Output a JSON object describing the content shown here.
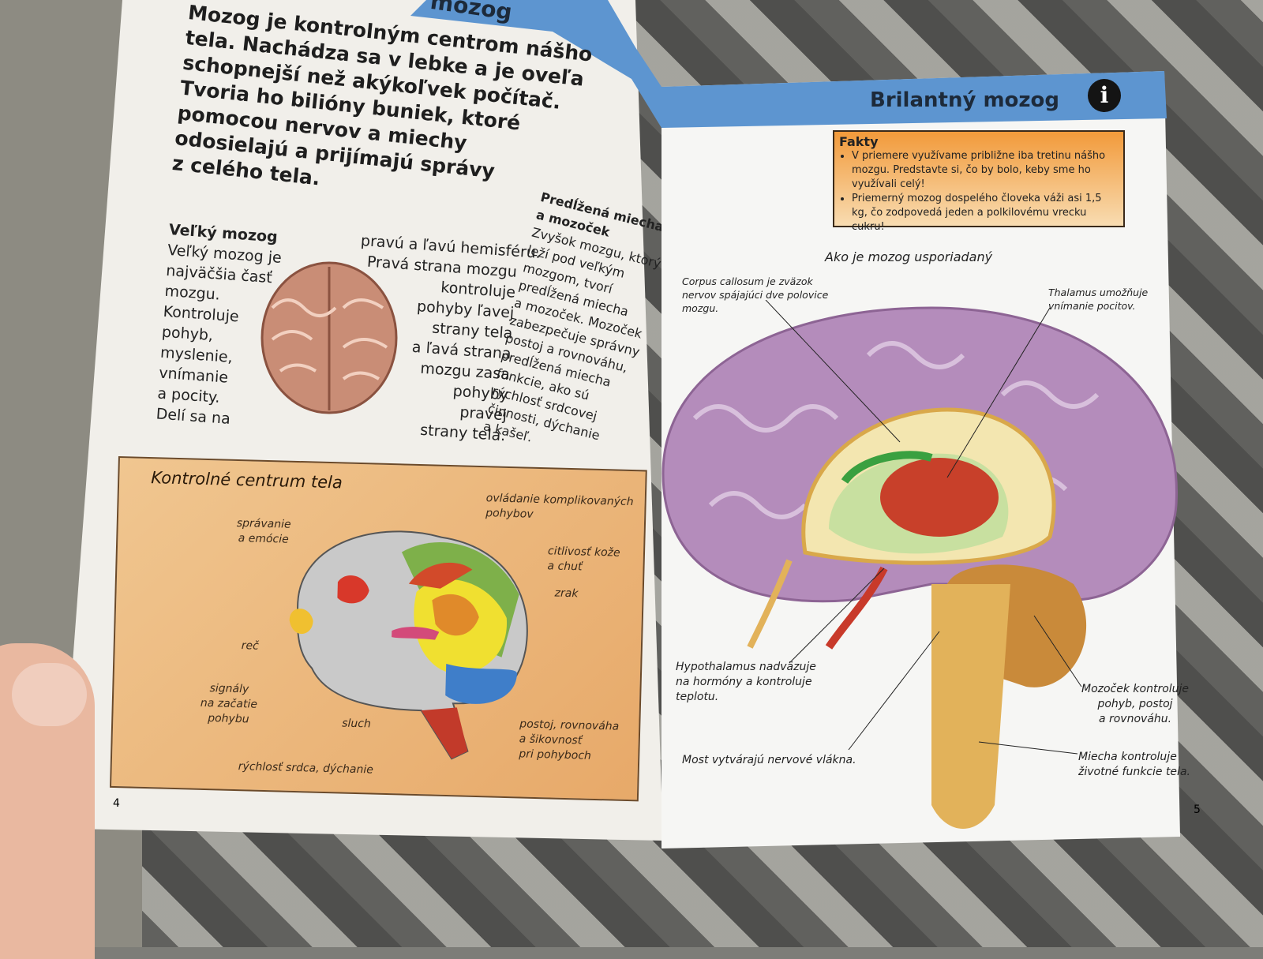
{
  "left_page": {
    "header_fragment": "mozog",
    "intro": [
      "Mozog je kontrolným centrom nášho",
      "tela. Nachádza sa v lebke a je oveľa",
      "schopnejší než akýkoľvek počítač.",
      "Tvoria ho bilióny buniek, ktoré",
      "pomocou nervov a miechy",
      "odosielajú a prijímajú správy",
      "z celého tela."
    ],
    "velky_mozog_title": "Veľký mozog",
    "velky_mozog_col1": [
      "Veľký mozog je",
      "najväčšia časť",
      "mozgu.",
      "Kontroluje",
      "pohyb,",
      "myslenie,",
      "vnímanie",
      "a pocity.",
      "Delí sa na"
    ],
    "velky_mozog_col2": [
      "pravú a ľavú hemisféru.",
      "Pravá strana mozgu",
      "kontroluje",
      "pohyby ľavej",
      "strany tela",
      "a ľavá strana",
      "mozgu zasa",
      "pohyby",
      "pravej",
      "strany tela."
    ],
    "miecha_title": [
      "Predĺžená miecha",
      "a mozoček"
    ],
    "miecha_text": [
      "Zvyšok mozgu, ktorý",
      "leží pod veľkým",
      "mozgom, tvorí",
      "predĺžená miecha",
      "a mozoček. Mozoček",
      "zabezpečuje správny",
      "postoj a rovnováhu,",
      "predĺžená miecha",
      "funkcie, ako sú",
      "rýchlosť srdcovej",
      "činnosti, dýchanie",
      "a kašeľ."
    ],
    "diagram": {
      "title": "Kontrolné centrum tela",
      "labels": {
        "spravanie": [
          "správanie",
          "a emócie"
        ],
        "ovladanie": [
          "ovládanie komplikovaných",
          "pohybov"
        ],
        "citlivost": [
          "citlivosť kože",
          "a chuť"
        ],
        "zrak": "zrak",
        "rec": "reč",
        "signaly": [
          "signály",
          "na začatie",
          "pohybu"
        ],
        "sluch": "sluch",
        "postoj": [
          "postoj, rovnováha",
          "a šikovnosť",
          "pri pohyboch"
        ],
        "rychlost": "rýchlosť srdca, dýchanie"
      }
    },
    "page_number": "4"
  },
  "right_page": {
    "title": "Brilantný mozog",
    "info_icon": "i",
    "fakty": {
      "title": "Fakty",
      "items": [
        "V priemere využívame približne iba tretinu nášho mozgu. Predstavte si, čo by bolo, keby sme ho využívali celý!",
        "Priemerný mozog dospelého človeka váži asi 1,5 kg, čo zodpovedá jeden a polkilovému vrecku cukru!"
      ]
    },
    "diagram_title": "Ako je mozog usporiadaný",
    "labels": {
      "corpus": [
        "Corpus callosum je zväzok",
        "nervov spájajúci dve polovice",
        "mozgu."
      ],
      "thalamus": [
        "Thalamus umožňuje",
        "vnímanie pocitov."
      ],
      "hypothalamus": [
        "Hypothalamus nadväzuje",
        "na hormóny a kontroluje",
        "teplotu."
      ],
      "mozocek": [
        "Mozoček kontroluje",
        "pohyb, postoj",
        "a rovnováhu."
      ],
      "most": "Most vytvárajú nervové vlákna.",
      "miecha": [
        "Miecha kontroluje",
        "životné funkcie tela."
      ]
    },
    "page_number": "5"
  },
  "colors": {
    "header_blue": "#5d95d0",
    "fakty_orange": "#f29a3a",
    "brain_purple": "#b48cbb"
  }
}
